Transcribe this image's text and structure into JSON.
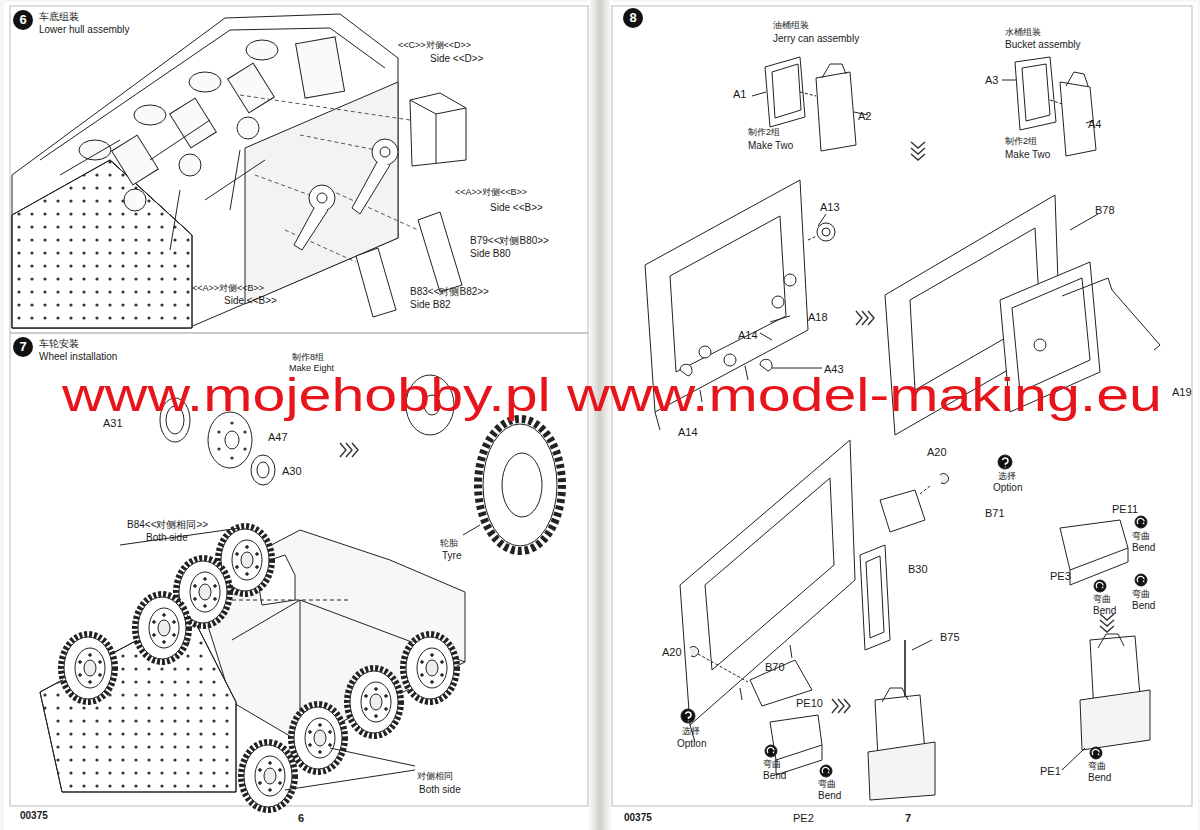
{
  "diagram": {
    "nodes": [
      {
        "text": [
          "6",
          "车底组装",
          "Lower hull assembly"
        ]
      },
      {
        "text": [
          "7",
          "车轮安装",
          "Wheel installation"
        ]
      },
      {
        "text": [
          "8"
        ]
      }
    ],
    "edges": [],
    "labels": [
      "<<C>>对侧<<D>>",
      "Side <<D>>",
      "<<A>>对侧<<B>>",
      "Side <<B>>",
      "B79<<对侧B80>>",
      "Side B80",
      "<<A>>对侧<<B>>",
      "Side <<B>>",
      "B83<<对侧B82>>",
      "Side B82",
      "制作8组",
      "Make Eight",
      "A31",
      "A47",
      "A30",
      "轮胎",
      "Tyre",
      "B84<<对侧相同>>",
      "Both side",
      "对侧相同",
      "Both side",
      "油桶组装",
      "Jerry can assembly",
      "A1",
      "A2",
      "制作2组",
      "Make Two",
      "水桶组装",
      "Bucket assembly",
      "A3",
      "A4",
      "制作2组",
      "Make Two",
      "A13",
      "A18",
      "A14",
      "A43",
      "A14",
      "B78",
      "A19",
      "A20",
      "选择",
      "Option",
      "B71",
      "PE11",
      "弯曲",
      "Bend",
      "弯曲",
      "Bend",
      "PE3",
      "弯曲",
      "Bend",
      "B30",
      "B75",
      "A20",
      "B70",
      "选择",
      "Option",
      "PE10",
      "弯曲",
      "Bend",
      "弯曲",
      "Bend",
      "PE2",
      "PE1",
      "弯曲",
      "Bend",
      "00375",
      "6",
      "00375",
      "7",
      "www.mojehobby.pl www.model-making.eu"
    ]
  }
}
